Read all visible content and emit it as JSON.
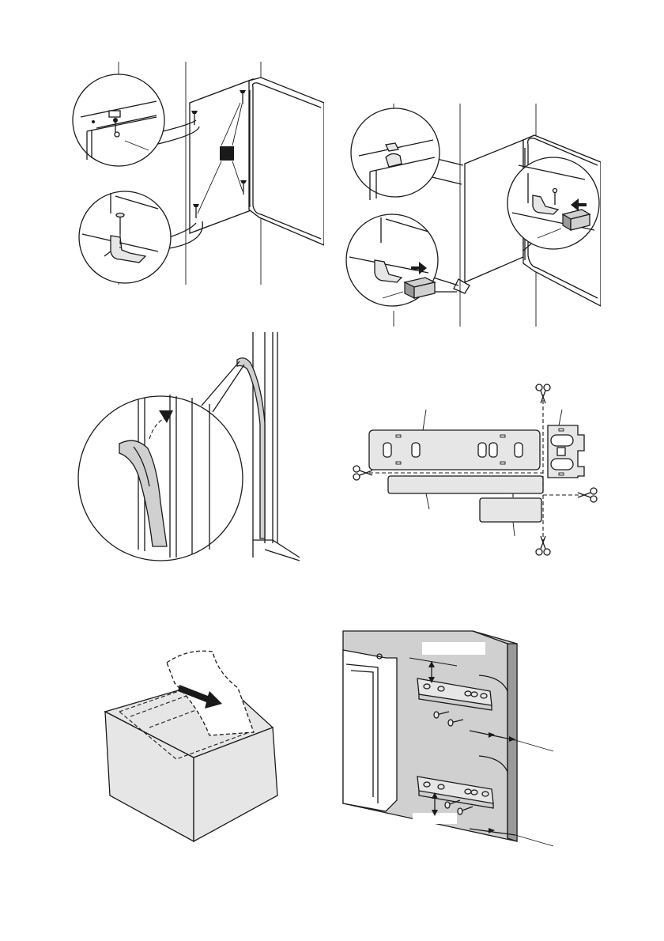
{
  "figures": [
    {
      "id": "fig-door-screws",
      "icons": [
        "screw-icon",
        "hinge-bracket-icon"
      ]
    },
    {
      "id": "fig-door-spacers",
      "icons": [
        "spacer-block-icon",
        "push-arrow-icon"
      ]
    },
    {
      "id": "fig-seal-strip",
      "icons": [
        "seal-strip-icon",
        "insert-arrow-icon"
      ]
    },
    {
      "id": "fig-cut-brackets",
      "icons": [
        "scissors-icon",
        "bracket-plate-icon"
      ]
    },
    {
      "id": "fig-unpack-box",
      "icons": [
        "box-icon",
        "pull-arrow-icon"
      ]
    },
    {
      "id": "fig-mount-brackets",
      "icons": [
        "mounting-bracket-icon",
        "screw-icon"
      ]
    }
  ],
  "colors": {
    "line": "#1a1a1a",
    "panel_fill": "#d0d0d0",
    "box_fill": "#e6e6e6",
    "marker": "#1a1a1a"
  }
}
